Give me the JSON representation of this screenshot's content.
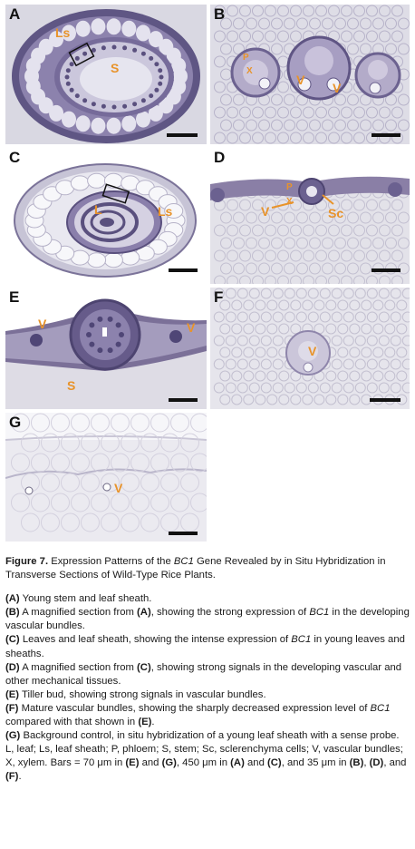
{
  "panels": [
    {
      "id": "A",
      "labels": [
        "Ls",
        "S"
      ]
    },
    {
      "id": "B",
      "labels": [
        "P",
        "X",
        "V",
        "V"
      ]
    },
    {
      "id": "C",
      "labels": [
        "L",
        "Ls"
      ]
    },
    {
      "id": "D",
      "labels": [
        "V",
        "P",
        "X",
        "Sc"
      ]
    },
    {
      "id": "E",
      "labels": [
        "V",
        "V",
        "S"
      ]
    },
    {
      "id": "F",
      "labels": [
        "V"
      ]
    },
    {
      "id": "G",
      "labels": [
        "V"
      ]
    }
  ],
  "caption": {
    "title": {
      "figure": "Figure 7.",
      "pre": " Expression Patterns of the ",
      "gene": "BC1",
      "post": " Gene Revealed by in Situ Hybridization in Transverse Sections of Wild-Type Rice Plants."
    },
    "A": {
      "ref": "(A)",
      "text": " Young stem and leaf sheath."
    },
    "B": {
      "ref": "(B)",
      "t1": " A magnified section from ",
      "ref2": "(A)",
      "t2": ", showing the strong expression of ",
      "gene": "BC1",
      "t3": " in the developing vascular bundles."
    },
    "C": {
      "ref": "(C)",
      "t1": " Leaves and leaf sheath, showing the intense expression of ",
      "gene": "BC1",
      "t2": " in young leaves and sheaths."
    },
    "D": {
      "ref": "(D)",
      "t1": " A magnified section from ",
      "ref2": "(C)",
      "t2": ", showing strong signals in the developing vascular and other mechanical tissues."
    },
    "E": {
      "ref": "(E)",
      "text": " Tiller bud, showing strong signals in vascular bundles."
    },
    "F": {
      "ref": "(F)",
      "t1": " Mature vascular bundles, showing the sharply decreased expression level of ",
      "gene": "BC1",
      "t2": " compared with that shown in ",
      "ref2": "(E)",
      "t3": "."
    },
    "G": {
      "ref": "(G)",
      "text": " Background control, in situ hybridization of a young leaf sheath with a sense probe."
    },
    "abbrev": {
      "t1": "L, leaf; Ls, leaf sheath; P, phloem; S, stem; Sc, sclerenchyma cells; V, vascular bundles; X, xylem. Bars = 70 μm in ",
      "r1": "(E)",
      "t2": " and ",
      "r2": "(G)",
      "t3": ", 450 μm in ",
      "r3": "(A)",
      "t4": " and ",
      "r4": "(C)",
      "t5": ", and 35 μm in ",
      "r5": "(B)",
      "t6": ", ",
      "r6": "(D)",
      "t7": ", and ",
      "r7": "(F)",
      "t8": "."
    }
  },
  "colors": {
    "label": "#e8932a",
    "stain": "#6a5a8a",
    "bg": "#dcdbe4"
  }
}
